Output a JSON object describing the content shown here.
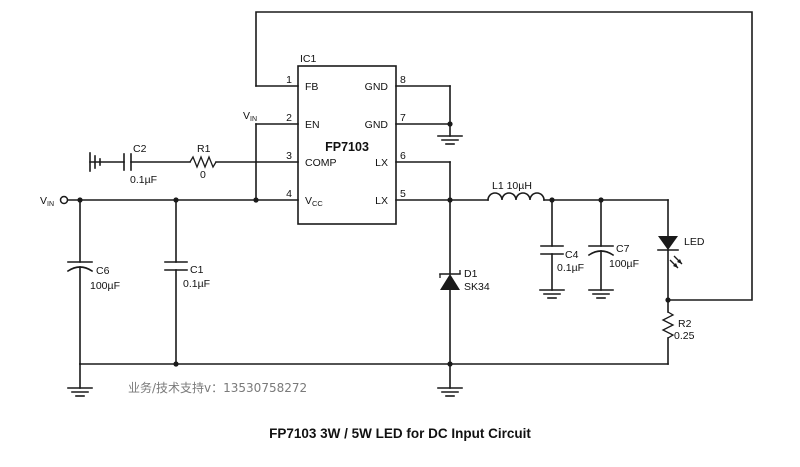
{
  "ic": {
    "ref": "IC1",
    "part": "FP7103",
    "pins": [
      {
        "num": "1",
        "name": "FB"
      },
      {
        "num": "2",
        "name": "EN"
      },
      {
        "num": "3",
        "name": "COMP"
      },
      {
        "num": "4",
        "name": "V",
        "sub": "CC"
      },
      {
        "num": "8",
        "name": "GND"
      },
      {
        "num": "7",
        "name": "GND"
      },
      {
        "num": "6",
        "name": "LX"
      },
      {
        "num": "5",
        "name": "LX"
      }
    ]
  },
  "vin_main": {
    "main": "V",
    "sub": "IN"
  },
  "vin_en": {
    "main": "V",
    "sub": "IN"
  },
  "components": {
    "c2": {
      "ref": "C2",
      "value": "0.1µF"
    },
    "r1": {
      "ref": "R1",
      "value": "0"
    },
    "c6": {
      "ref": "C6",
      "value": "100µF"
    },
    "c1": {
      "ref": "C1",
      "value": "0.1µF"
    },
    "d1": {
      "ref": "D1",
      "value": "SK34"
    },
    "l1": {
      "label": "L1 10µH"
    },
    "c4": {
      "ref": "C4",
      "value": "0.1µF"
    },
    "c7": {
      "ref": "C7",
      "value": "100µF"
    },
    "led": {
      "ref": "LED"
    },
    "r2": {
      "ref": "R2",
      "value": "0.25"
    }
  },
  "watermark": "业务/技术支持v：13530758272",
  "caption": "FP7103 3W / 5W LED for DC Input Circuit"
}
